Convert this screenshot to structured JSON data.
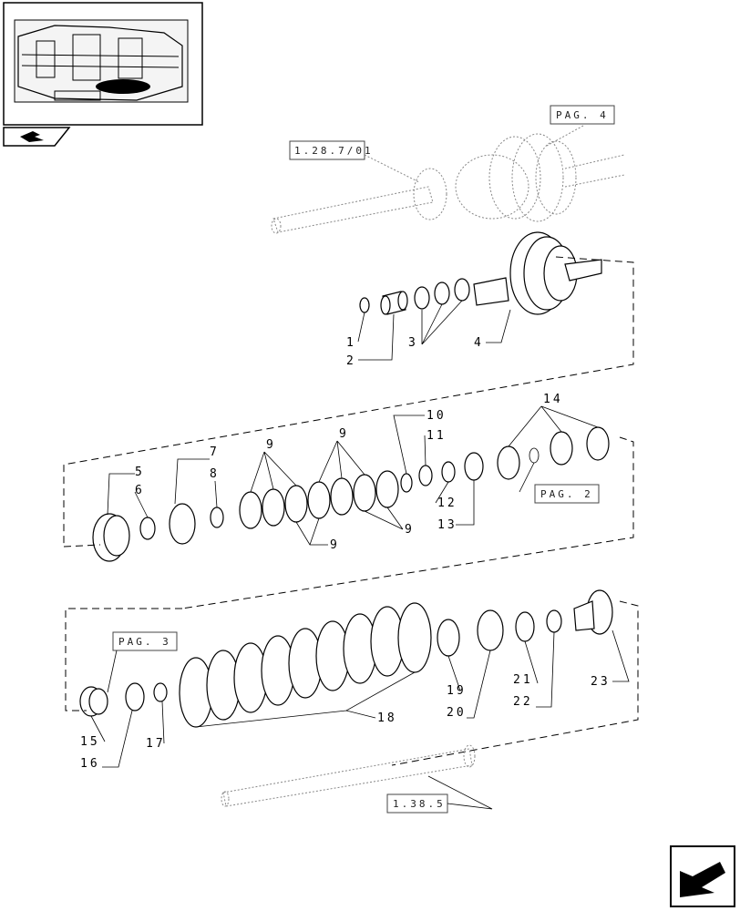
{
  "refs": {
    "pag4": "PAG. 4",
    "ref_1_28_7_01": "1.28.7/01",
    "pag2": "PAG. 2",
    "pag3": "PAG. 3",
    "ref_1_38_5": "1.38.5"
  },
  "callouts": {
    "c1": "1",
    "c2": "2",
    "c3": "3",
    "c4": "4",
    "c5": "5",
    "c6": "6",
    "c7": "7",
    "c8": "8",
    "c9a": "9",
    "c9b": "9",
    "c9c": "9",
    "c9d": "9",
    "c10": "10",
    "c11": "11",
    "c12": "12",
    "c13": "13",
    "c14": "14",
    "c15": "15",
    "c16": "16",
    "c17": "17",
    "c18": "18",
    "c19": "19",
    "c20": "20",
    "c21": "21",
    "c22": "22",
    "c23": "23"
  },
  "icons": {
    "thumbnail": "transmission-thumbnail",
    "nav_left": "hand-pointer-icon",
    "nav_next": "next-page-arrow-icon"
  }
}
